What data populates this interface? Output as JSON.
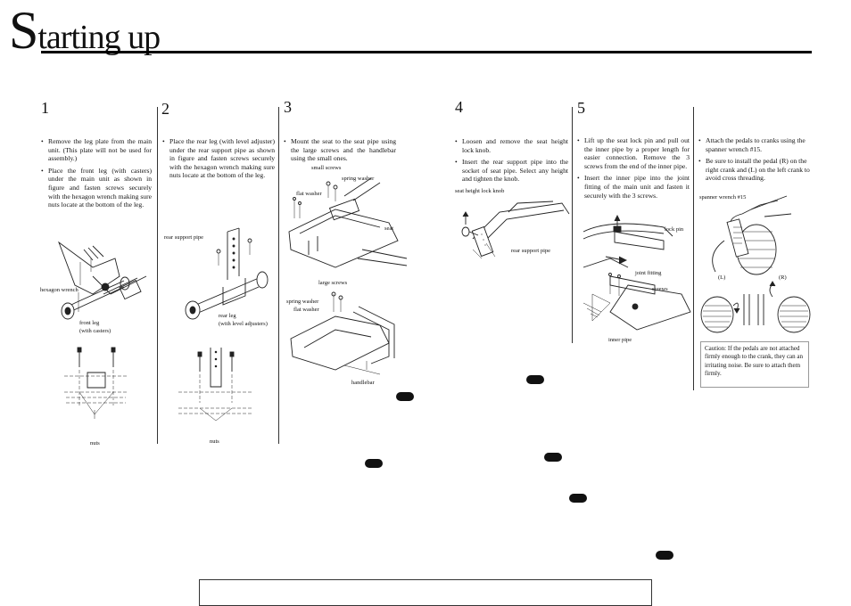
{
  "title": {
    "initial": "S",
    "rest": "tarting up"
  },
  "steps": {
    "s1": {
      "number": "1",
      "bullets": [
        "Remove the leg plate from the main unit. (This plate will not be used for assembly.)",
        "Place the front leg (with casters) under the main unit as shown in figure and fasten screws securely with the hexagon wrench making sure nuts locate at the bottom of the leg."
      ],
      "labels": {
        "hexagon_wrench": "hexagon wrench",
        "front_leg_1": "front leg",
        "front_leg_2": "(with casters)",
        "nuts": "nuts"
      }
    },
    "s2": {
      "number": "2",
      "bullets": [
        "Place the rear leg (with level adjuster) under the rear support pipe as shown in figure and fasten screws securely with the hexagon wrench making sure nuts locate at the bottom of the leg."
      ],
      "labels": {
        "rear_support_pipe": "rear support pipe",
        "rear_leg_1": "rear leg",
        "rear_leg_2": "(with level adjusters)",
        "nuts": "nuts"
      }
    },
    "s3": {
      "number": "3",
      "bullets": [
        "Mount the seat to the seat pipe using the large screws and the handlebar using the small ones."
      ],
      "labels": {
        "small_screws": "small screws",
        "spring_washer": "spring washer",
        "flat_washer": "flat washer",
        "seat": "seat",
        "large_screws": "large screws",
        "spring_washer_2": "spring washer",
        "flat_washer_2": "flat washer",
        "handlebar": "handlebar"
      }
    },
    "s4": {
      "number": "4",
      "bullets": [
        "Loosen and remove the seat height lock knob.",
        "Insert the rear support pipe into the socket of seat pipe. Select any height and tighten the knob."
      ],
      "labels": {
        "seat_height_lock_knob": "seat height lock knob",
        "rear_support_pipe": "rear support pipe"
      }
    },
    "s5": {
      "number": "5",
      "bullets": [
        "Lift up the seat lock pin and pull out the inner pipe by a proper length for easier connection. Remove the 3 screws from the end of the inner pipe.",
        "Insert the inner pipe into the joint fitting of the main unit and fasten it securely with the 3 screws."
      ],
      "labels": {
        "lock_pin": "lock pin",
        "joint_fitting": "joint fitting",
        "screws": "screws",
        "inner_pipe": "inner pipe"
      }
    },
    "s6": {
      "bullets": [
        "Attach the pedals to cranks using the spanner wrench #15.",
        "Be sure to install the pedal (R) on the right crank and (L) on the left crank to avoid cross threading."
      ],
      "labels": {
        "spanner_wrench": "spanner wrench #15",
        "left": "(L)",
        "right": "(R)"
      },
      "caution": "Caution:    If the pedals are not attached firmly enough to the crank, they can an irritating noise. Be sure to attach them firmly."
    }
  }
}
